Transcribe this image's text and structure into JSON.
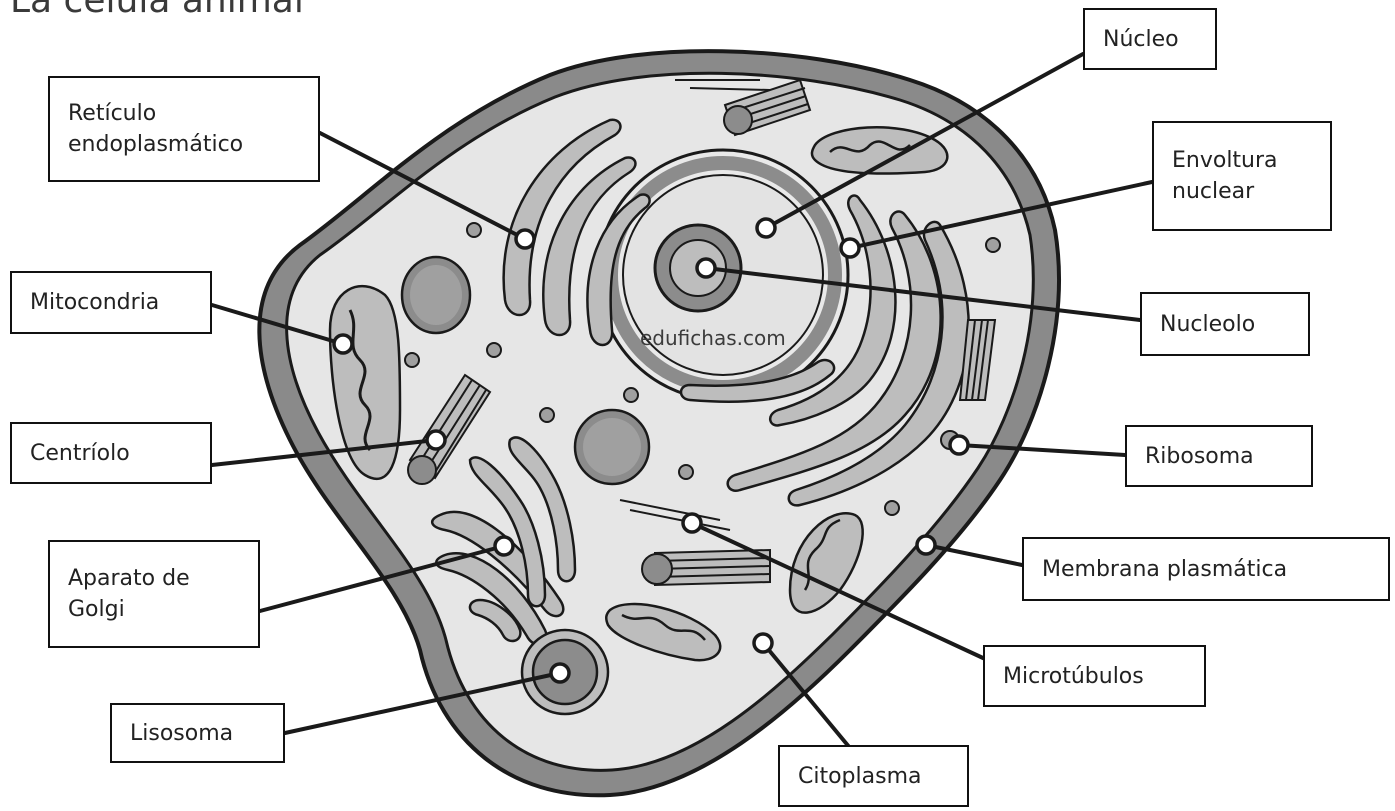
{
  "title": "La célula animal",
  "watermark": "edufichas.com",
  "labels": {
    "reticulo": "Retículo\nendoplasmático",
    "mitocondria": "Mitocondria",
    "centriolo": "Centríolo",
    "golgi": "Aparato de\nGolgi",
    "lisosoma": "Lisosoma",
    "nucleo": "Núcleo",
    "envoltura": "Envoltura\nnuclear",
    "nucleolo": "Nucleolo",
    "ribosoma": "Ribosoma",
    "membrana": "Membrana plasmática",
    "microtubulos": "Microtúbulos",
    "citoplasma": "Citoplasma"
  },
  "colors": {
    "membrane": "#8a8a8a",
    "cytoplasm": "#e6e6e6",
    "organelle": "#bdbdbd",
    "dark_organelle": "#8c8c8c",
    "outline": "#1a1a1a"
  }
}
